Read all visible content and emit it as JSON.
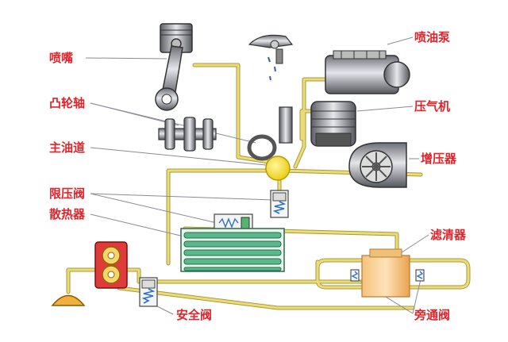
{
  "labels": {
    "nozzle": "喷嘴",
    "camshaft": "凸轮轴",
    "main_gallery": "主油道",
    "pressure_limit_valve": "限压阀",
    "radiator": "散热器",
    "injection_pump": "喷油泵",
    "compressor": "压气机",
    "turbocharger": "增压器",
    "filter": "滤清器",
    "bypass_valve": "旁通阀",
    "safety_valve": "安全阀"
  },
  "colors": {
    "oil_line": "#e8d870",
    "oil_line_edge": "#a89a3c",
    "label_text": "#e0242a",
    "leader_line": "#8a8a96",
    "main_gallery_fill": "#f7e327",
    "radiator_fill": "#58b98a",
    "filter_fill": "#f2b266",
    "pump_body": "#e03a3a",
    "valve_spring": "#2a6fd0"
  }
}
